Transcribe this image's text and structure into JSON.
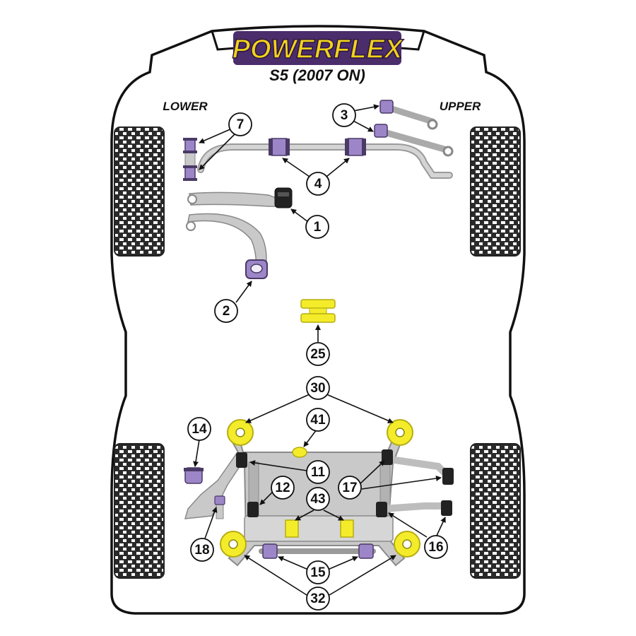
{
  "brand": {
    "logo_text": "POWERFLEX",
    "logo_fill": "#f2d21b",
    "logo_bg": "#4b2d6b"
  },
  "title": "S5 (2007 ON)",
  "labels": {
    "lower": "LOWER",
    "upper": "UPPER"
  },
  "colors": {
    "body_outline": "#111111",
    "part_grey": "#c9c9c9",
    "part_grey_dark": "#9a9a9a",
    "bush_purple": "#9d86c8",
    "bush_purple_dark": "#4a3a66",
    "bush_yellow": "#f4ec2a",
    "bush_black": "#222222",
    "tyre": "#2a2a2a"
  },
  "callouts": [
    {
      "id": "c7",
      "num": "7"
    },
    {
      "id": "c3",
      "num": "3"
    },
    {
      "id": "c4",
      "num": "4"
    },
    {
      "id": "c1",
      "num": "1"
    },
    {
      "id": "c2",
      "num": "2"
    },
    {
      "id": "c25",
      "num": "25"
    },
    {
      "id": "c30",
      "num": "30"
    },
    {
      "id": "c14",
      "num": "14"
    },
    {
      "id": "c41",
      "num": "41"
    },
    {
      "id": "c11",
      "num": "11"
    },
    {
      "id": "c12",
      "num": "12"
    },
    {
      "id": "c17",
      "num": "17"
    },
    {
      "id": "c43",
      "num": "43"
    },
    {
      "id": "c18",
      "num": "18"
    },
    {
      "id": "c16",
      "num": "16"
    },
    {
      "id": "c15",
      "num": "15"
    },
    {
      "id": "c32",
      "num": "32"
    }
  ]
}
